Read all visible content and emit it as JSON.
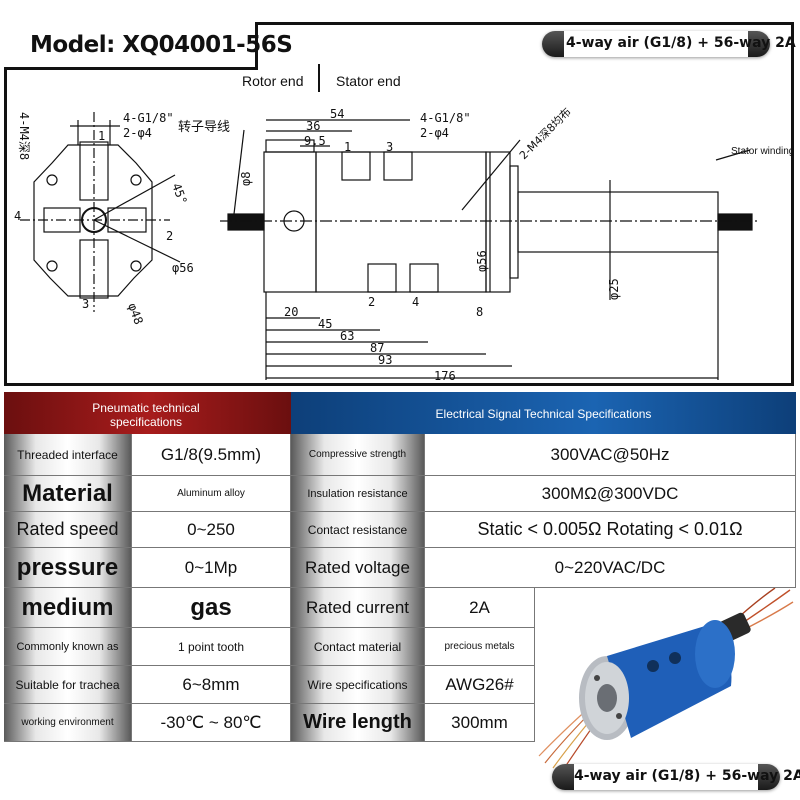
{
  "header": {
    "model": "Model: XQ04001-56S",
    "spec_pill_top": "4-way air (G1/8) + 56-way 2A",
    "spec_pill_bottom": "4-way air (G1/8) + 56-way 2A"
  },
  "drawing": {
    "rotor_end": "Rotor end",
    "stator_end": "Stator end",
    "stator_winding": "Stator winding",
    "rotor_wire_cn": "转子导线",
    "mounting_holes_cn": "2-M4深8均布",
    "left_view": {
      "ports_label": "4-G1/8\"",
      "holes_label": "2-φ4",
      "bolt_label": "4-M4深8",
      "angle": "45°",
      "dia_outer": "φ56",
      "dia_bolt": "φ48",
      "port_1": "1",
      "port_2": "2",
      "port_3": "3",
      "port_4": "4"
    },
    "side_view": {
      "ports_label": "4-G1/8\"",
      "holes_label": "2-φ4",
      "dim_54": "54",
      "dim_36": "36",
      "dim_9_5": "9.5",
      "dim_8_phi": "φ8",
      "dim_20": "20",
      "dim_45": "45",
      "dim_63": "63",
      "dim_87": "87",
      "dim_93": "93",
      "dim_176": "176",
      "dim_8": "8",
      "dim_phi56": "φ56",
      "dim_phi25": "φ25",
      "port_1": "1",
      "port_2": "2",
      "port_3": "3",
      "port_4": "4"
    }
  },
  "table": {
    "pneumatic_header": "Pneumatic technical specifications",
    "electrical_header": "Electrical Signal Technical Specifications",
    "pneumatic_rows": [
      {
        "label": "Threaded interface",
        "value": "G1/8(9.5mm)"
      },
      {
        "label": "Material",
        "value": "Aluminum alloy"
      },
      {
        "label": "Rated speed",
        "value": "0~250"
      },
      {
        "label": "pressure",
        "value": "0~1Mp"
      },
      {
        "label": "medium",
        "value": "gas"
      },
      {
        "label": "Commonly known as",
        "value": "1 point tooth"
      },
      {
        "label": "Suitable for trachea",
        "value": "6~8mm"
      },
      {
        "label": "working environment",
        "value": "-30℃ ~ 80℃"
      }
    ],
    "electrical_rows": [
      {
        "label": "Compressive strength",
        "value": "300VAC@50Hz"
      },
      {
        "label": "Insulation resistance",
        "value": "300MΩ@300VDC"
      },
      {
        "label": "Contact resistance",
        "value": "Static < 0.005Ω Rotating < 0.01Ω"
      },
      {
        "label": "Rated voltage",
        "value": "0~220VAC/DC"
      },
      {
        "label": "Rated current",
        "value": "2A"
      },
      {
        "label": "Contact material",
        "value": "precious metals"
      },
      {
        "label": "Wire specifications",
        "value": "AWG26#"
      },
      {
        "label": "Wire length",
        "value": "300mm"
      }
    ]
  },
  "colors": {
    "pneumatic_header": "#a81c1c",
    "electrical_header": "#1b64b2",
    "product_body": "#1f5fb8"
  }
}
